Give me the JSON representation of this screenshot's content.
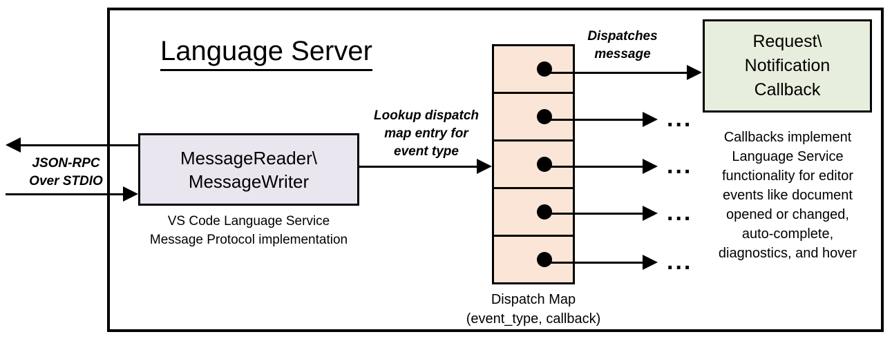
{
  "diagram": {
    "title": "Language Server",
    "outer_boundary_name": "language-server-boundary"
  },
  "transport": {
    "label_line1": "JSON-RPC",
    "label_line2": "Over STDIO",
    "outbound_arrow": "arrow-left",
    "inbound_arrow": "arrow-right"
  },
  "message_box": {
    "line1": "MessageReader\\",
    "line2": "MessageWriter",
    "fill": "#EAE6F0",
    "caption_line1": "VS Code Language Service",
    "caption_line2": "Message Protocol implementation"
  },
  "lookup_arrow": {
    "label_line1": "Lookup dispatch",
    "label_line2": "map entry for",
    "label_line3": "event type"
  },
  "dispatch_map": {
    "fill": "#FBE5D6",
    "caption_line1": "Dispatch Map",
    "caption_line2": "(event_type, callback)",
    "rows": [
      {
        "dot": "filled-dot",
        "trailing": ""
      },
      {
        "dot": "filled-dot",
        "trailing": "..."
      },
      {
        "dot": "filled-dot",
        "trailing": "..."
      },
      {
        "dot": "filled-dot",
        "trailing": "..."
      },
      {
        "dot": "filled-dot",
        "trailing": "..."
      }
    ]
  },
  "dispatch_message": {
    "label_line1": "Dispatches",
    "label_line2": "message"
  },
  "callback_box": {
    "fill": "#E8EEDE",
    "line1": "Request\\",
    "line2": "Notification",
    "line3": "Callback",
    "description_line1": "Callbacks implement",
    "description_line2": "Language Service",
    "description_line3": "functionality for editor",
    "description_line4": "events like document",
    "description_line5": "opened or changed,",
    "description_line6": "auto-complete,",
    "description_line7": "diagnostics, and hover"
  },
  "colors": {
    "stroke": "#000000",
    "background": "#FFFFFF"
  }
}
